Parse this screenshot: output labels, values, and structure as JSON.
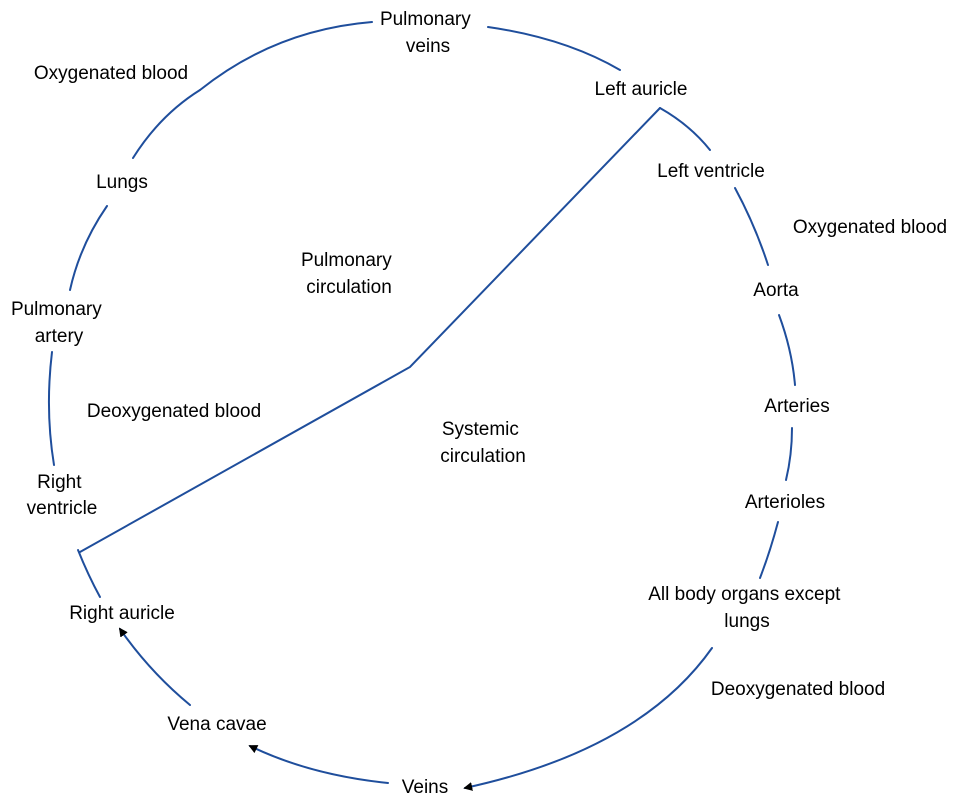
{
  "colors": {
    "line": "#1f4e9c",
    "text": "#000000",
    "background": "#ffffff"
  },
  "labels": {
    "pulmonary_veins_1": "Pulmonary",
    "pulmonary_veins_2": "veins",
    "left_auricle": "Left auricle",
    "left_ventricle": "Left ventricle",
    "oxygenated_blood_right": "Oxygenated blood",
    "aorta": "Aorta",
    "arteries": "Arteries",
    "arterioles": "Arterioles",
    "body_organs_1": "All body organs except",
    "body_organs_2": "lungs",
    "deoxygenated_blood_right": "Deoxygenated blood",
    "veins": "Veins",
    "vena_cavae": "Vena cavae",
    "right_auricle": "Right auricle",
    "right_ventricle_1": "Right",
    "right_ventricle_2": "ventricle",
    "deoxygenated_blood_left": "Deoxygenated blood",
    "pulmonary_artery_1": "Pulmonary",
    "pulmonary_artery_2": "artery",
    "lungs": "Lungs",
    "oxygenated_blood_left": "Oxygenated blood",
    "pulmonary_circulation_1": "Pulmonary",
    "pulmonary_circulation_2": "circulation",
    "systemic_circulation_1": "Systemic",
    "systemic_circulation_2": "circulation"
  }
}
